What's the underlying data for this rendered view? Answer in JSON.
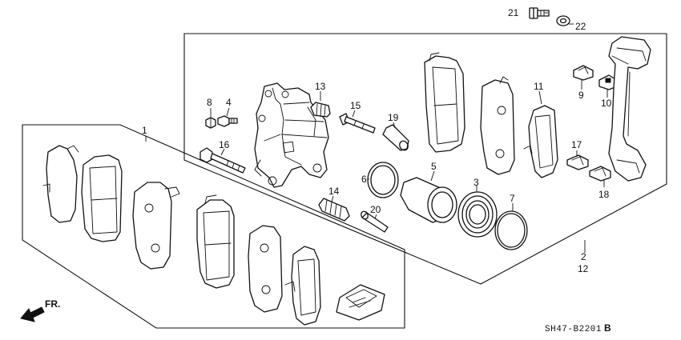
{
  "callouts": [
    {
      "id": "c1",
      "label": "1"
    },
    {
      "id": "c2",
      "label": "2"
    },
    {
      "id": "c3",
      "label": "3"
    },
    {
      "id": "c4",
      "label": "4"
    },
    {
      "id": "c5",
      "label": "5"
    },
    {
      "id": "c6",
      "label": "6"
    },
    {
      "id": "c7",
      "label": "7"
    },
    {
      "id": "c8",
      "label": "8"
    },
    {
      "id": "c9",
      "label": "9"
    },
    {
      "id": "c10",
      "label": "10"
    },
    {
      "id": "c11",
      "label": "11"
    },
    {
      "id": "c12",
      "label": "12"
    },
    {
      "id": "c13",
      "label": "13"
    },
    {
      "id": "c14",
      "label": "14"
    },
    {
      "id": "c15",
      "label": "15"
    },
    {
      "id": "c16",
      "label": "16"
    },
    {
      "id": "c17",
      "label": "17"
    },
    {
      "id": "c18",
      "label": "18"
    },
    {
      "id": "c19",
      "label": "19"
    },
    {
      "id": "c20",
      "label": "20"
    },
    {
      "id": "c21",
      "label": "21"
    },
    {
      "id": "c22",
      "label": "22"
    }
  ],
  "direction_label": "FR.",
  "diagram_code": "SH47-B2201",
  "diagram_suffix": "B"
}
